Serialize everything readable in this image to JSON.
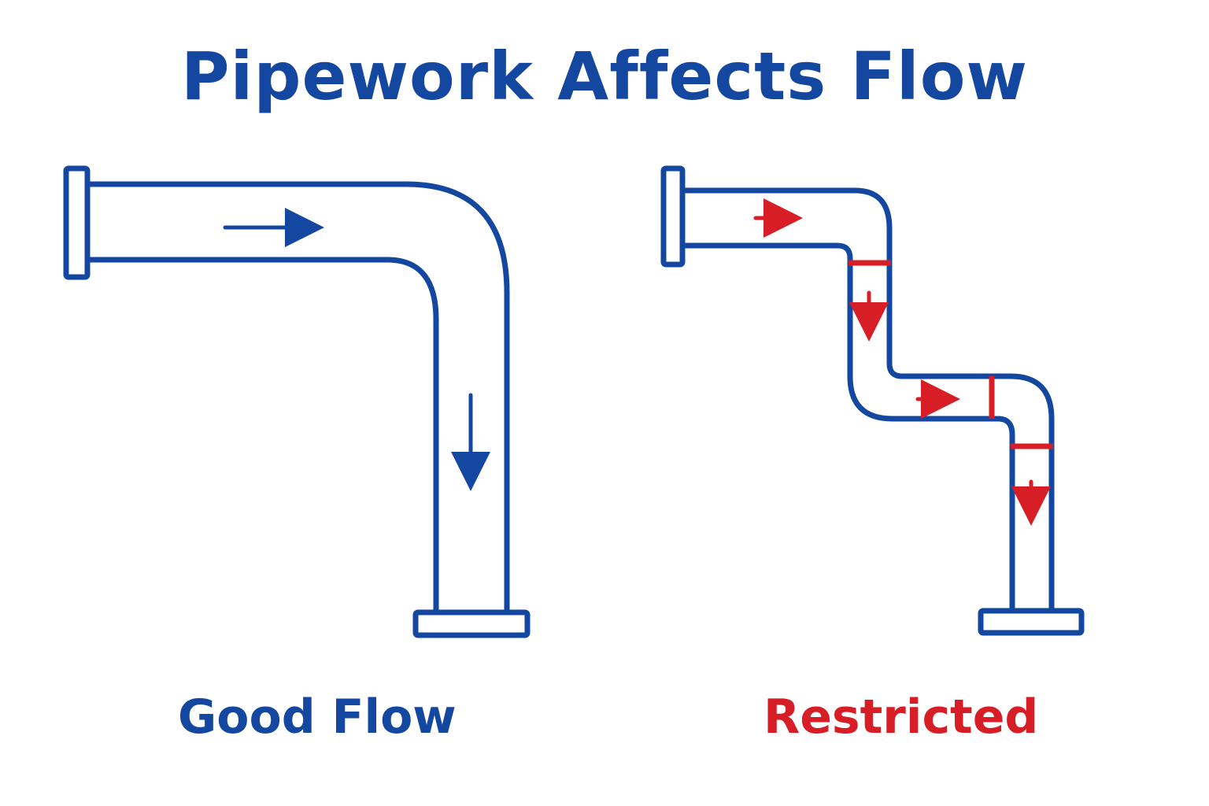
{
  "title": "Pipework Affects Flow",
  "colors": {
    "pipe": "#1448A0",
    "restricted": "#D71E26",
    "background": "#FFFFFF"
  },
  "panels": [
    {
      "id": "good",
      "label": "Good Flow",
      "color": "#1448A0",
      "restriction_count": 0,
      "bend_count": 1
    },
    {
      "id": "restricted",
      "label": "Restricted",
      "color": "#D71E26",
      "restriction_count": 3,
      "bend_count": 3
    }
  ]
}
